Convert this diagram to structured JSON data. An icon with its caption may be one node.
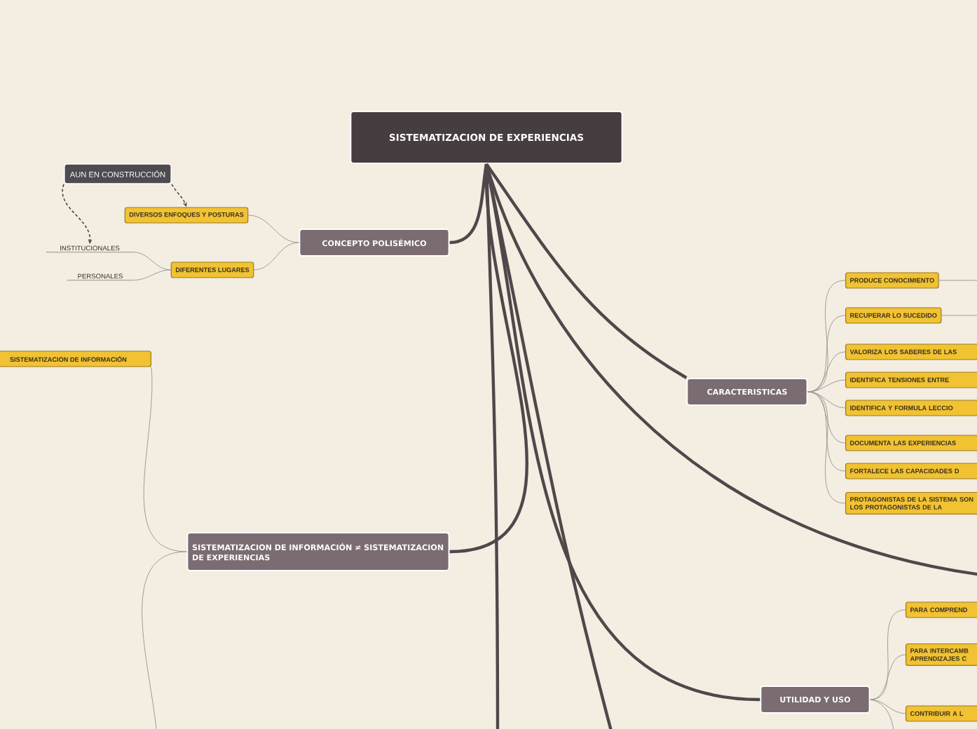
{
  "diagram": {
    "nodes": [
      {
        "text": [
          "SISTEMATIZACION DE EXPERIENCIAS"
        ]
      },
      {
        "text": [
          "AUN EN CONSTRUCCIÓN"
        ]
      },
      {
        "text": [
          "DIVERSOS ENFOQUES Y POSTURAS"
        ]
      },
      {
        "text": [
          "CONCEPTO POLISÉMICO"
        ]
      },
      {
        "text": [
          "INSTITUCIONALES"
        ]
      },
      {
        "text": [
          "PERSONALES"
        ]
      },
      {
        "text": [
          "DIFERENTES LUGARES"
        ]
      },
      {
        "text": [
          "SISTEMATIZACION DE INFORMACIÓN"
        ]
      },
      {
        "text": [
          "SISTEMATIZACION DE INFORMACIÓN ≠ SISTEMATIZACION DE EXPERIENCIAS"
        ]
      },
      {
        "text": [
          "CARACTERISTICAS"
        ]
      },
      {
        "text": [
          "PRODUCE CONOCIMIENTO"
        ]
      },
      {
        "text": [
          "RECUPERAR LO SUCEDIDO"
        ]
      },
      {
        "text": [
          "VALORIZA LOS SABERES DE LAS"
        ]
      },
      {
        "text": [
          "IDENTIFICA TENSIONES ENTRE"
        ]
      },
      {
        "text": [
          "IDENTIFICA Y FORMULA LECCIO"
        ]
      },
      {
        "text": [
          "DOCUMENTA LAS EXPERIENCIAS"
        ]
      },
      {
        "text": [
          "FORTALECE LAS CAPACIDADES D"
        ]
      },
      {
        "text": [
          "PROTAGONISTAS DE LA SISTEMA SON LOS PROTAGONISTAS DE LA"
        ]
      },
      {
        "text": [
          "UTILIDAD Y USO"
        ]
      },
      {
        "text": [
          "PARA COMPREND"
        ]
      },
      {
        "text": [
          "PARA INTERCAMB APRENDIZAJES C"
        ]
      },
      {
        "text": [
          "CONTRIBUIR A L"
        ]
      }
    ],
    "edges": [
      {
        "from": 0,
        "to": 3,
        "arrow": "none",
        "style": "thick",
        "color": "#4f4749"
      },
      {
        "from": 0,
        "to": 8,
        "arrow": "none",
        "style": "thick",
        "color": "#4f4749"
      },
      {
        "from": 0,
        "to": 9,
        "arrow": "none",
        "style": "thick",
        "color": "#4f4749"
      },
      {
        "from": 0,
        "to": 18,
        "arrow": "none",
        "style": "thick",
        "color": "#4f4749"
      },
      {
        "from": 0,
        "to": null,
        "arrow": "none",
        "style": "thick",
        "color": "#4f4749"
      },
      {
        "from": 0,
        "to": null,
        "arrow": "none",
        "style": "thick",
        "color": "#4f4749"
      },
      {
        "from": 0,
        "to": null,
        "arrow": "none",
        "style": "thick",
        "color": "#4f4749"
      },
      {
        "from": 3,
        "to": 2,
        "arrow": "none"
      },
      {
        "from": 3,
        "to": 6,
        "arrow": "none"
      },
      {
        "from": 6,
        "to": 4,
        "arrow": "none"
      },
      {
        "from": 6,
        "to": 5,
        "arrow": "none"
      },
      {
        "from": 1,
        "to": 2,
        "arrow": "to",
        "style": "dashed",
        "color": "#4f4749"
      },
      {
        "from": 1,
        "to": 4,
        "arrow": "to",
        "style": "dashed",
        "color": "#4f4749"
      },
      {
        "from": 8,
        "to": 7,
        "arrow": "none"
      },
      {
        "from": 8,
        "to": null,
        "arrow": "none"
      },
      {
        "from": 9,
        "to": 10,
        "arrow": "none"
      },
      {
        "from": 9,
        "to": 11,
        "arrow": "none"
      },
      {
        "from": 9,
        "to": 12,
        "arrow": "none"
      },
      {
        "from": 9,
        "to": 13,
        "arrow": "none"
      },
      {
        "from": 9,
        "to": 14,
        "arrow": "none"
      },
      {
        "from": 9,
        "to": 15,
        "arrow": "none"
      },
      {
        "from": 9,
        "to": 16,
        "arrow": "none"
      },
      {
        "from": 9,
        "to": 17,
        "arrow": "none"
      },
      {
        "from": 10,
        "to": null,
        "arrow": "none"
      },
      {
        "from": 11,
        "to": null,
        "arrow": "none"
      },
      {
        "from": 18,
        "to": 19,
        "arrow": "none"
      },
      {
        "from": 18,
        "to": 20,
        "arrow": "none"
      },
      {
        "from": 18,
        "to": 21,
        "arrow": "none"
      },
      {
        "from": 18,
        "to": null,
        "arrow": "none"
      }
    ]
  }
}
